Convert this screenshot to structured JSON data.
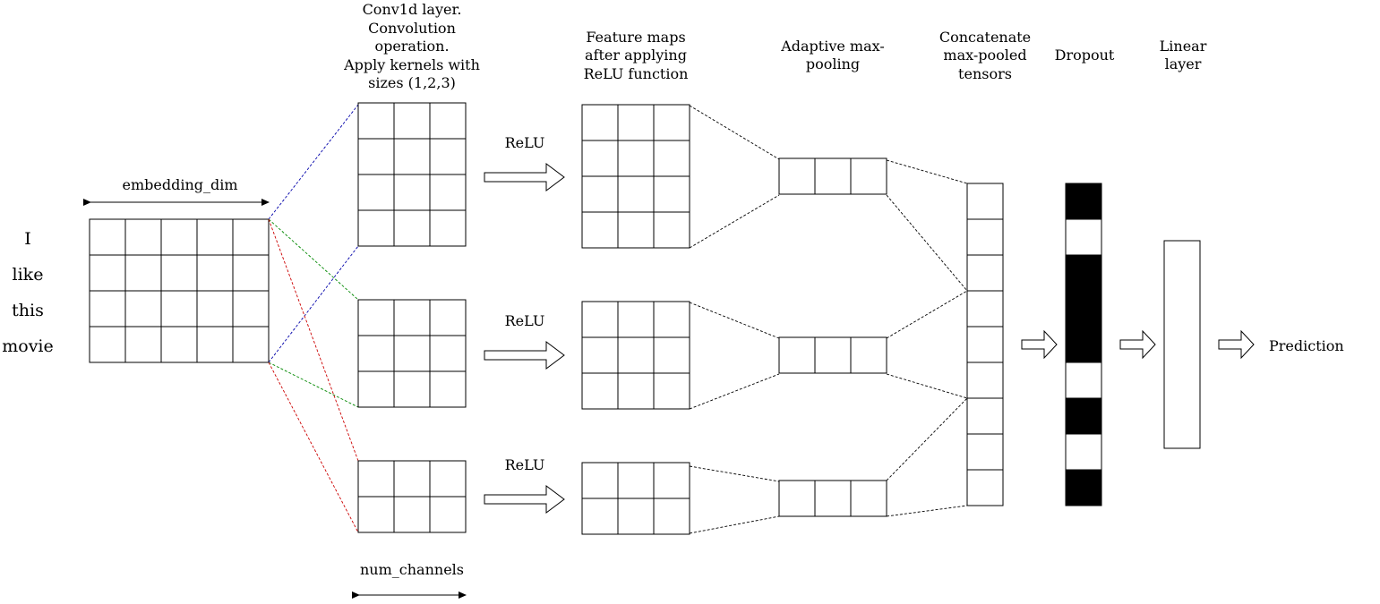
{
  "input": {
    "words": [
      "I",
      "like",
      "this",
      "movie"
    ],
    "dim_label": "embedding_dim"
  },
  "conv": {
    "title_lines": [
      "Conv1d layer.",
      "Convolution",
      "operation.",
      "Apply kernels with",
      "sizes (1,2,3)"
    ],
    "channels_label": "num_channels"
  },
  "relu": {
    "label": "ReLU"
  },
  "feature_maps": {
    "title_lines": [
      "Feature maps",
      "after applying",
      "ReLU function"
    ]
  },
  "pooling": {
    "title_lines": [
      "Adaptive max-",
      "pooling"
    ]
  },
  "concat": {
    "title_lines": [
      "Concatenate",
      "max-pooled",
      "tensors"
    ]
  },
  "dropout": {
    "title": "Dropout",
    "pattern": [
      1,
      0,
      1,
      1,
      1,
      0,
      1,
      0,
      1
    ]
  },
  "linear": {
    "title_lines": [
      "Linear",
      "layer"
    ]
  },
  "output": {
    "label": "Prediction"
  },
  "colors": {
    "kernel1": "#0000aa",
    "kernel2": "#008800",
    "kernel3": "#cc0000"
  }
}
